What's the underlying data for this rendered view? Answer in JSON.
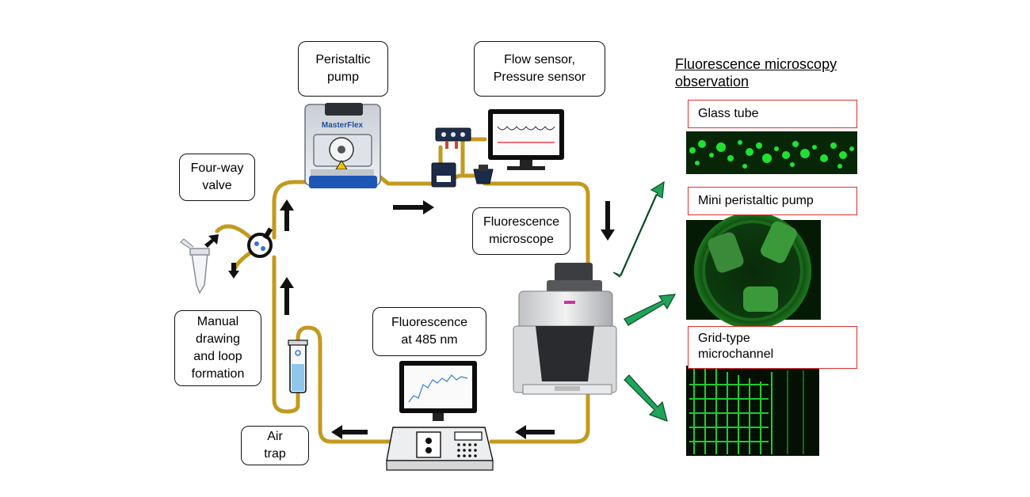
{
  "labels": {
    "peristaltic_pump": [
      "Peristaltic",
      "pump"
    ],
    "flow_sensor": [
      "Flow sensor,",
      "Pressure sensor"
    ],
    "four_way_valve": [
      "Four-way",
      "valve"
    ],
    "fluorescence_microscope": [
      "Fluorescence",
      "microscope"
    ],
    "fluorescence_485": [
      "Fluorescence",
      "at 485 nm"
    ],
    "manual_drawing": [
      "Manual",
      "drawing",
      "and loop",
      "formation"
    ],
    "air_trap": [
      "Air",
      "trap"
    ]
  },
  "observation": {
    "title": [
      "Fluorescence microscopy",
      "observation"
    ],
    "panels": [
      {
        "label": [
          "Glass tube"
        ]
      },
      {
        "label": [
          "Mini peristaltic pump"
        ]
      },
      {
        "label": [
          "Grid-type",
          "microchannel"
        ]
      }
    ]
  },
  "devices": {
    "pump_brand": "MasterFlex"
  },
  "colors": {
    "tube": "#c29a1e",
    "arrow_green": "#1fa45a",
    "label_red_border": "#e0302a",
    "fluorescence_green": "#22e033"
  }
}
